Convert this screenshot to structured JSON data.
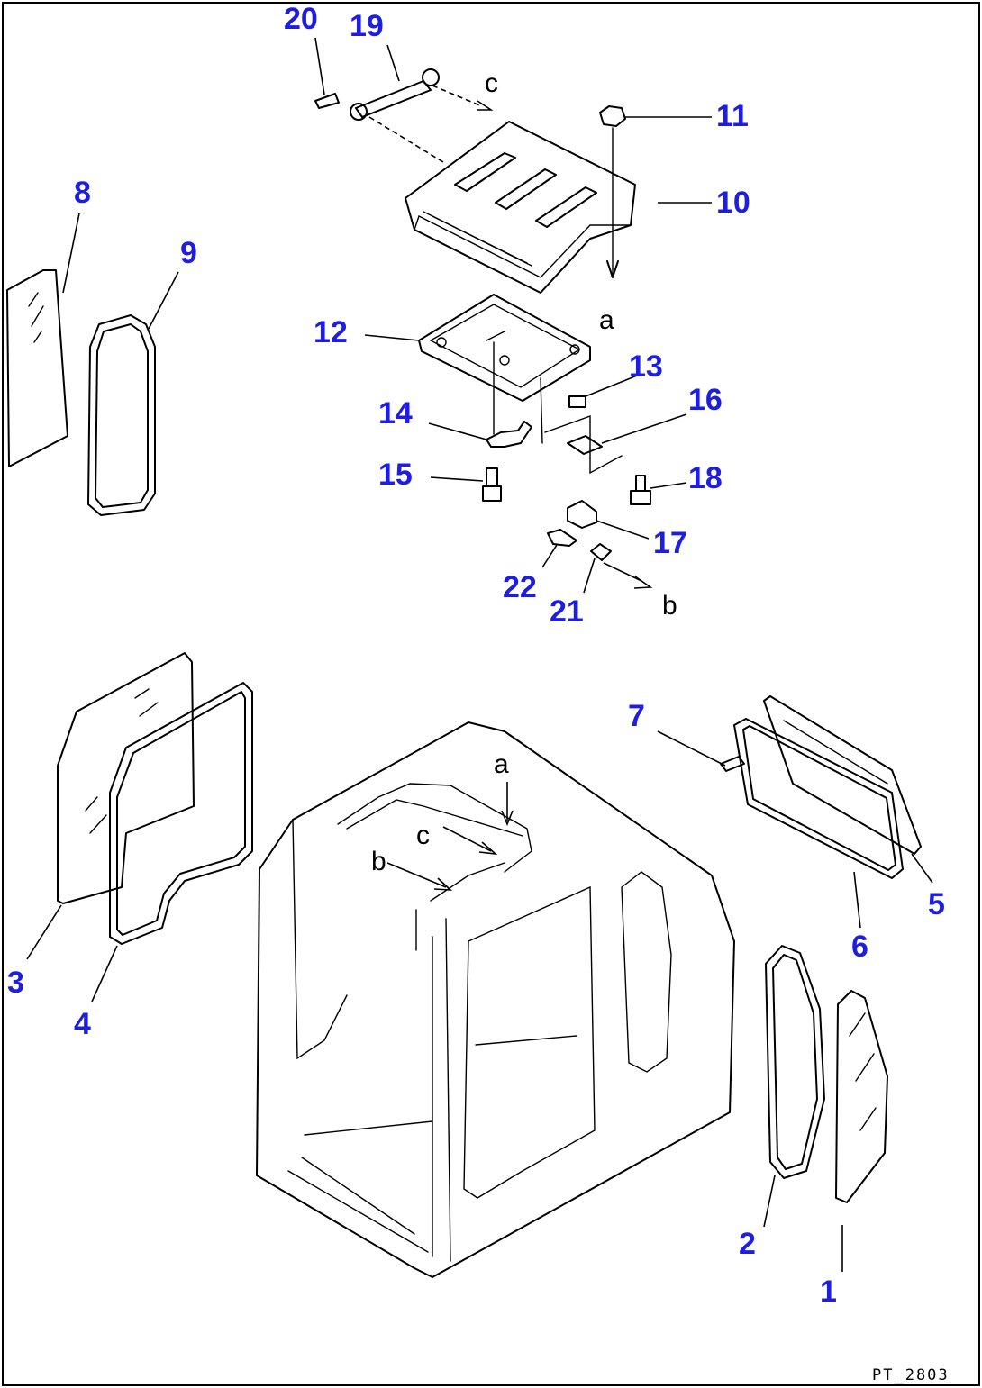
{
  "callouts": [
    {
      "label": "1"
    },
    {
      "label": "2"
    },
    {
      "label": "3"
    },
    {
      "label": "4"
    },
    {
      "label": "5"
    },
    {
      "label": "6"
    },
    {
      "label": "7"
    },
    {
      "label": "8"
    },
    {
      "label": "9"
    },
    {
      "label": "10"
    },
    {
      "label": "11"
    },
    {
      "label": "12"
    },
    {
      "label": "13"
    },
    {
      "label": "14"
    },
    {
      "label": "15"
    },
    {
      "label": "16"
    },
    {
      "label": "17"
    },
    {
      "label": "18"
    },
    {
      "label": "19"
    },
    {
      "label": "20"
    },
    {
      "label": "21"
    },
    {
      "label": "22"
    }
  ],
  "references": [
    "a",
    "b",
    "c"
  ],
  "drawing_code": "PT_2803",
  "colors": {
    "callout": "#1e1ee0",
    "line": "#000000",
    "background": "#ffffff"
  }
}
